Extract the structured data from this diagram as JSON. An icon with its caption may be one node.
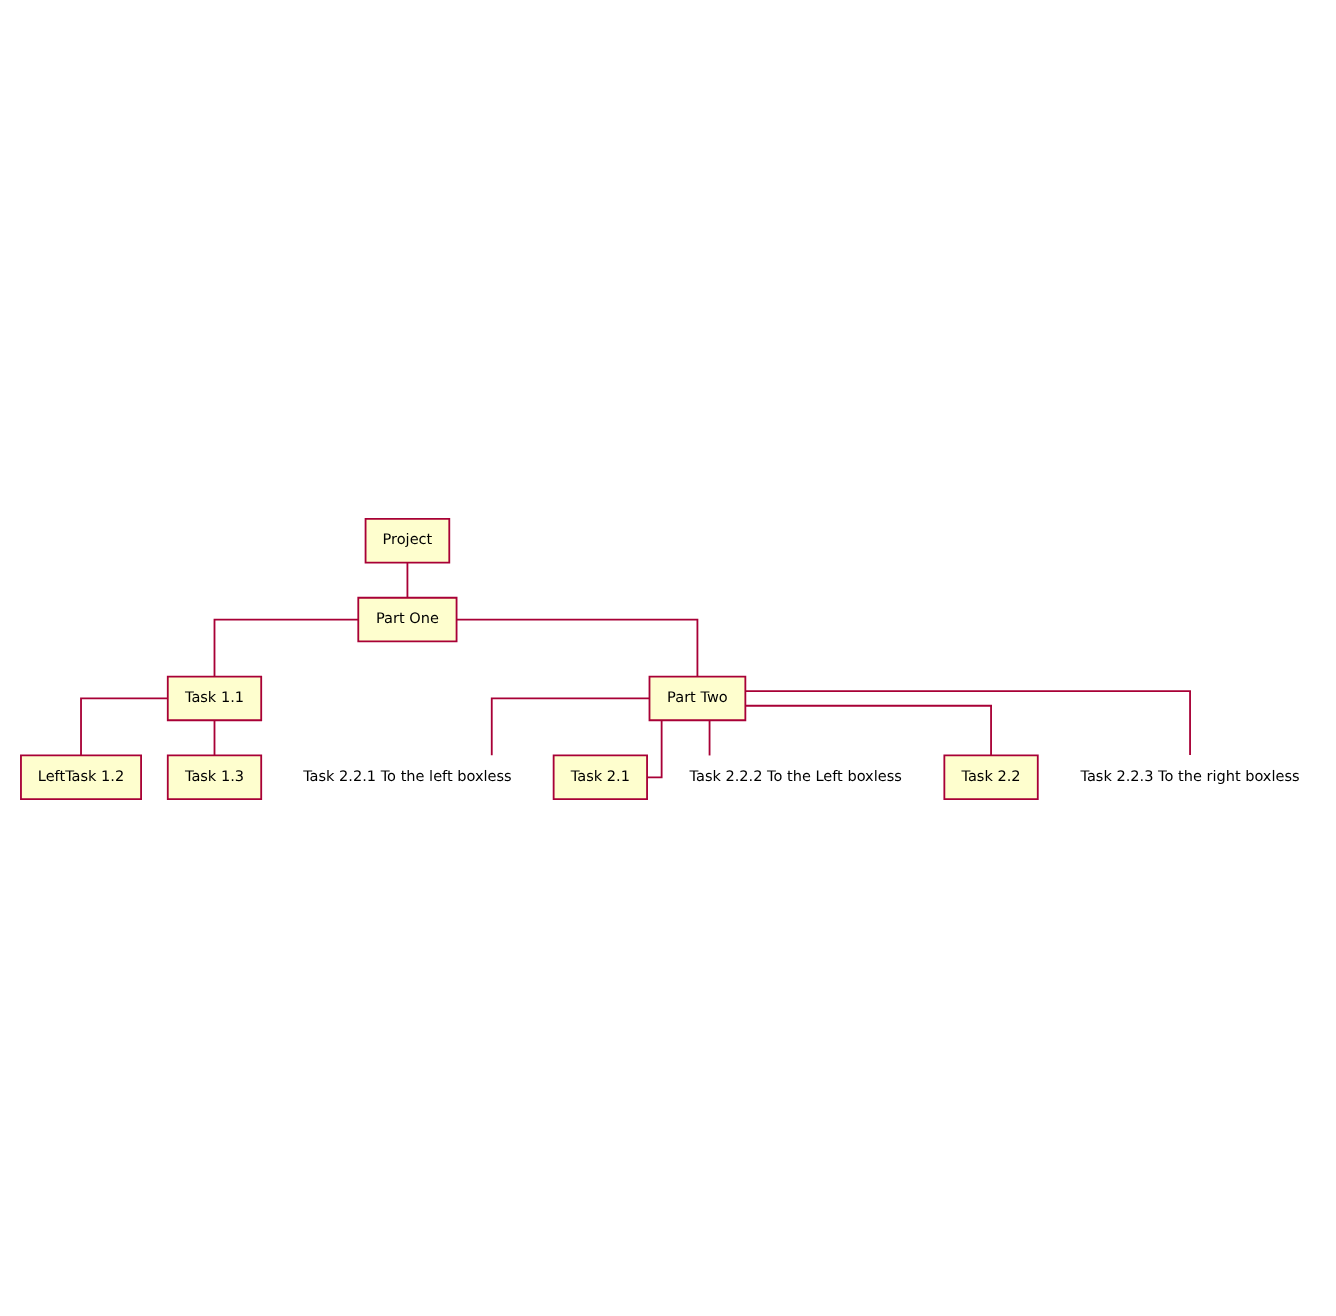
{
  "diagram": {
    "nodes": [
      {
        "text": [
          "Project"
        ]
      },
      {
        "text": [
          "Part One"
        ]
      },
      {
        "text": [
          "Task 1.1"
        ]
      },
      {
        "text": [
          "LeftTask 1.2"
        ]
      },
      {
        "text": [
          "Task 1.3"
        ]
      },
      {
        "text": [
          "Part Two"
        ]
      },
      {
        "text": [
          "Task 2.2.1 To the left boxless"
        ]
      },
      {
        "text": [
          "Task 2.1"
        ]
      },
      {
        "text": [
          "Task 2.2.2 To the Left boxless"
        ]
      },
      {
        "text": [
          "Task 2.2"
        ]
      },
      {
        "text": [
          "Task 2.2.3 To the right boxless"
        ]
      }
    ],
    "edges": [
      {
        "from": 0,
        "to": 1,
        "arrow": "none"
      },
      {
        "from": 1,
        "to": 2,
        "arrow": "none"
      },
      {
        "from": 2,
        "to": 3,
        "arrow": "none"
      },
      {
        "from": 2,
        "to": 4,
        "arrow": "none"
      },
      {
        "from": 1,
        "to": 5,
        "arrow": "none"
      },
      {
        "from": 5,
        "to": 6,
        "arrow": "none"
      },
      {
        "from": 5,
        "to": 7,
        "arrow": "none"
      },
      {
        "from": 5,
        "to": 8,
        "arrow": "none"
      },
      {
        "from": 5,
        "to": 9,
        "arrow": "none"
      },
      {
        "from": 5,
        "to": 10,
        "arrow": "none"
      }
    ]
  }
}
